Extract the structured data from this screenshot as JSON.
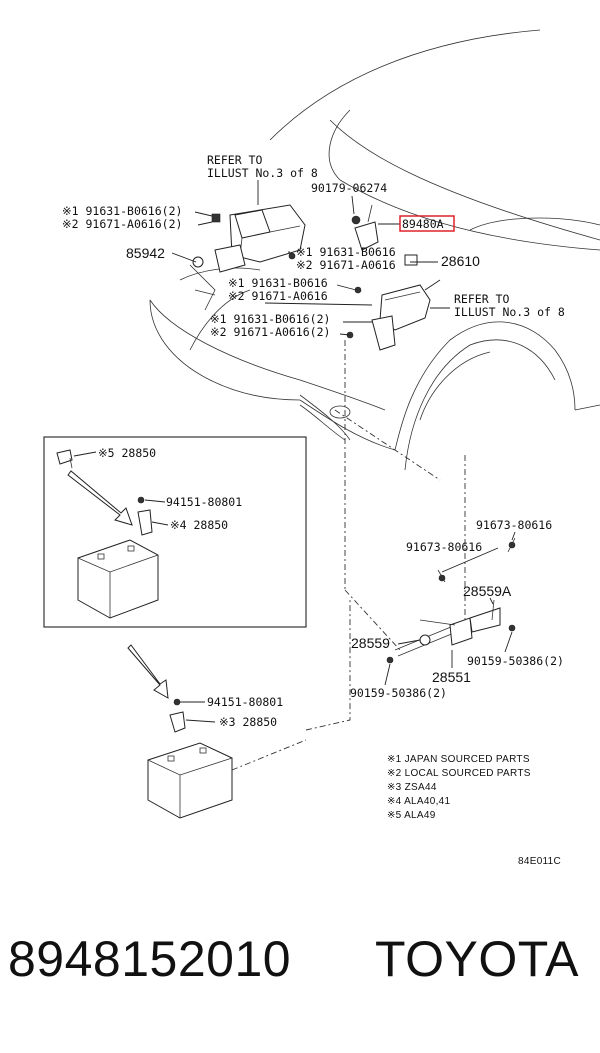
{
  "labels": {
    "refer_a_line1": "REFER TO",
    "refer_a_line2": "ILLUST No.3 of 8",
    "refer_b_line1": "REFER TO",
    "refer_b_line2": "ILLUST No.3 of 8",
    "p90179": "90179-06274",
    "p89480a": "89480A",
    "p91631_left": "※1 91631-B0616(2)",
    "p91671_left": "※2 91671-A0616(2)",
    "p85942": "85942",
    "p91631_mid": "※1 91631-B0616",
    "p91671_mid": "※2 91671-A0616",
    "p28610": "28610",
    "p91631_c": "※1 91631-B0616",
    "p91671_c": "※2 91671-A0616",
    "p91631_d": "※1 91631-B0616(2)",
    "p91671_d": "※2 91671-A0616(2)",
    "p91673_right": "91673-80616",
    "p91673_mid": "91673-80616",
    "p28559a": "28559A",
    "p28559": "28559",
    "p28551": "28551",
    "p90159_right": "90159-50386(2)",
    "p90159_left": "90159-50386(2)",
    "inset_28850_5": "※5 28850",
    "inset_94151": "94151-80801",
    "inset_28850_4": "※4 28850",
    "lower_94151": "94151-80801",
    "lower_28850_3": "※3 28850",
    "ref_code": "84E011C"
  },
  "notes": [
    "※1 JAPAN SOURCED PARTS",
    "※2 LOCAL SOURCED PARTS",
    "※3 ZSA44",
    "※4 ALA40,41",
    "※5 ALA49"
  ],
  "colors": {
    "highlight": "#e0202a",
    "ink": "#222222"
  },
  "footer": {
    "part_number": "8948152010",
    "brand": "TOYOTA"
  }
}
